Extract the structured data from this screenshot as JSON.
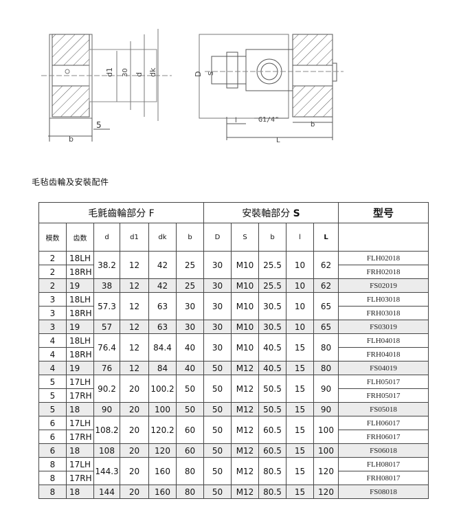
{
  "drawing": {
    "left_view": {
      "dim_d1": "d1",
      "dim_30": "30",
      "dim_d": "d",
      "dim_dk": "dk",
      "dim_5": "5",
      "dim_b": "b"
    },
    "right_view": {
      "dim_D": "D",
      "dim_S": "S",
      "dim_thread": "G1/4\"",
      "dim_l": "l",
      "dim_b": "b",
      "dim_L": "L"
    }
  },
  "section_title": "毛毡齿輪及安裝配件",
  "table": {
    "group_gear": "毛氈齒輪部分 F",
    "group_shaft_label": "安裝軸部分",
    "group_shaft_letter": "S",
    "group_model": "型号",
    "headers": {
      "module": "模数",
      "teeth": "齿数",
      "d": "d",
      "d1": "d1",
      "dk": "dk",
      "b": "b",
      "D": "D",
      "S": "S",
      "sb": "b",
      "l": "l",
      "L": "L"
    },
    "rows": [
      {
        "module": "2",
        "teeth": "18LH",
        "model": "FLH02018"
      },
      {
        "module": "2",
        "teeth": "18RH",
        "model": "FRH02018"
      },
      {
        "module": "2",
        "teeth": "19",
        "model": "FS02019"
      },
      {
        "module": "3",
        "teeth": "18LH",
        "model": "FLH03018"
      },
      {
        "module": "3",
        "teeth": "18RH",
        "model": "FRH03018"
      },
      {
        "module": "3",
        "teeth": "19",
        "model": "FS03019"
      },
      {
        "module": "4",
        "teeth": "18LH",
        "model": "FLH04018"
      },
      {
        "module": "4",
        "teeth": "18RH",
        "model": "FRH04018"
      },
      {
        "module": "4",
        "teeth": "19",
        "model": "FS04019"
      },
      {
        "module": "5",
        "teeth": "17LH",
        "model": "FLH05017"
      },
      {
        "module": "5",
        "teeth": "17RH",
        "model": "FRH05017"
      },
      {
        "module": "5",
        "teeth": "18",
        "model": "FS05018"
      },
      {
        "module": "6",
        "teeth": "17LH",
        "model": "FLH06017"
      },
      {
        "module": "6",
        "teeth": "17RH",
        "model": "FRH06017"
      },
      {
        "module": "6",
        "teeth": "18",
        "model": "FS06018"
      },
      {
        "module": "8",
        "teeth": "17LH",
        "model": "FLH08017"
      },
      {
        "module": "8",
        "teeth": "17RH",
        "model": "FRH08017"
      },
      {
        "module": "8",
        "teeth": "18",
        "model": "FS08018"
      }
    ],
    "pairs": [
      {
        "d": "38.2",
        "d1": "12",
        "dk": "42",
        "b": "25",
        "D": "30",
        "S": "M10",
        "sb": "25.5",
        "l": "10",
        "L": "62"
      },
      {
        "d": "57.3",
        "d1": "12",
        "dk": "63",
        "b": "30",
        "D": "30",
        "S": "M10",
        "sb": "30.5",
        "l": "10",
        "L": "65"
      },
      {
        "d": "76.4",
        "d1": "12",
        "dk": "84.4",
        "b": "40",
        "D": "30",
        "S": "M10",
        "sb": "40.5",
        "l": "15",
        "L": "80"
      },
      {
        "d": "90.2",
        "d1": "20",
        "dk": "100.2",
        "b": "50",
        "D": "50",
        "S": "M12",
        "sb": "50.5",
        "l": "15",
        "L": "90"
      },
      {
        "d": "108.2",
        "d1": "20",
        "dk": "120.2",
        "b": "60",
        "D": "50",
        "S": "M12",
        "sb": "60.5",
        "l": "15",
        "L": "100"
      },
      {
        "d": "144.3",
        "d1": "20",
        "dk": "160",
        "b": "80",
        "D": "50",
        "S": "M12",
        "sb": "80.5",
        "l": "15",
        "L": "120"
      }
    ],
    "singles": [
      {
        "d": "38",
        "d1": "12",
        "dk": "42",
        "b": "25",
        "D": "30",
        "S": "M10",
        "sb": "25.5",
        "l": "10",
        "L": "62"
      },
      {
        "d": "57",
        "d1": "12",
        "dk": "63",
        "b": "30",
        "D": "30",
        "S": "M10",
        "sb": "30.5",
        "l": "10",
        "L": "65"
      },
      {
        "d": "76",
        "d1": "12",
        "dk": "84",
        "b": "40",
        "D": "50",
        "S": "M12",
        "sb": "40.5",
        "l": "15",
        "L": "80"
      },
      {
        "d": "90",
        "d1": "20",
        "dk": "100",
        "b": "50",
        "D": "50",
        "S": "M12",
        "sb": "50.5",
        "l": "15",
        "L": "90"
      },
      {
        "d": "108",
        "d1": "20",
        "dk": "120",
        "b": "60",
        "D": "50",
        "S": "M12",
        "sb": "60.5",
        "l": "15",
        "L": "100"
      },
      {
        "d": "144",
        "d1": "20",
        "dk": "160",
        "b": "80",
        "D": "50",
        "S": "M12",
        "sb": "80.5",
        "l": "15",
        "L": "120"
      }
    ]
  }
}
